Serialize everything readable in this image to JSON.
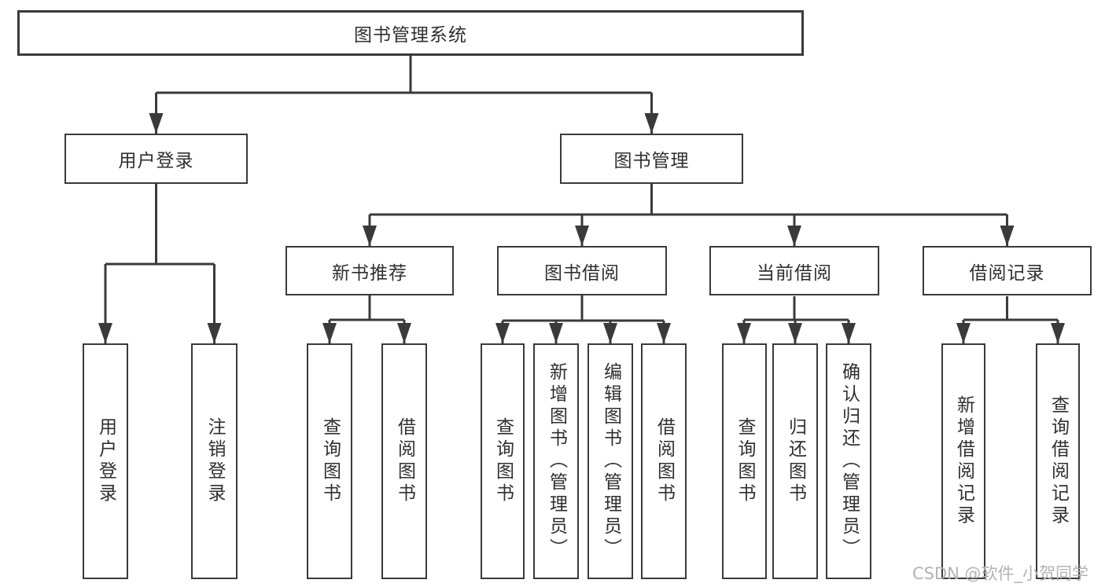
{
  "diagram_title": "图书管理系统",
  "tree": {
    "root": {
      "label": "图书管理系统",
      "children": [
        {
          "label": "用户登录",
          "children": [
            {
              "label": "用户登录"
            },
            {
              "label": "注销登录"
            }
          ]
        },
        {
          "label": "图书管理",
          "children": [
            {
              "label": "新书推荐",
              "children": [
                {
                  "label": "查询图书"
                },
                {
                  "label": "借阅图书"
                }
              ]
            },
            {
              "label": "图书借阅",
              "children": [
                {
                  "label": "查询图书"
                },
                {
                  "label": "新增图书（管理员）"
                },
                {
                  "label": "编辑图书（管理员）"
                },
                {
                  "label": "借阅图书"
                }
              ]
            },
            {
              "label": "当前借阅",
              "children": [
                {
                  "label": "查询图书"
                },
                {
                  "label": "归还图书"
                },
                {
                  "label": "确认归还（管理员）"
                }
              ]
            },
            {
              "label": "借阅记录",
              "children": [
                {
                  "label": "新增借阅记录"
                },
                {
                  "label": "查询借阅记录"
                }
              ]
            }
          ]
        }
      ]
    }
  },
  "watermark": {
    "text": "CSDN @软件_小贺同学"
  },
  "colors": {
    "background": "#ffffff",
    "line": "#3a3a3a",
    "box_border": "#3a3a3a",
    "text": "#2f2f2f",
    "watermark": "#b3b3b3"
  }
}
